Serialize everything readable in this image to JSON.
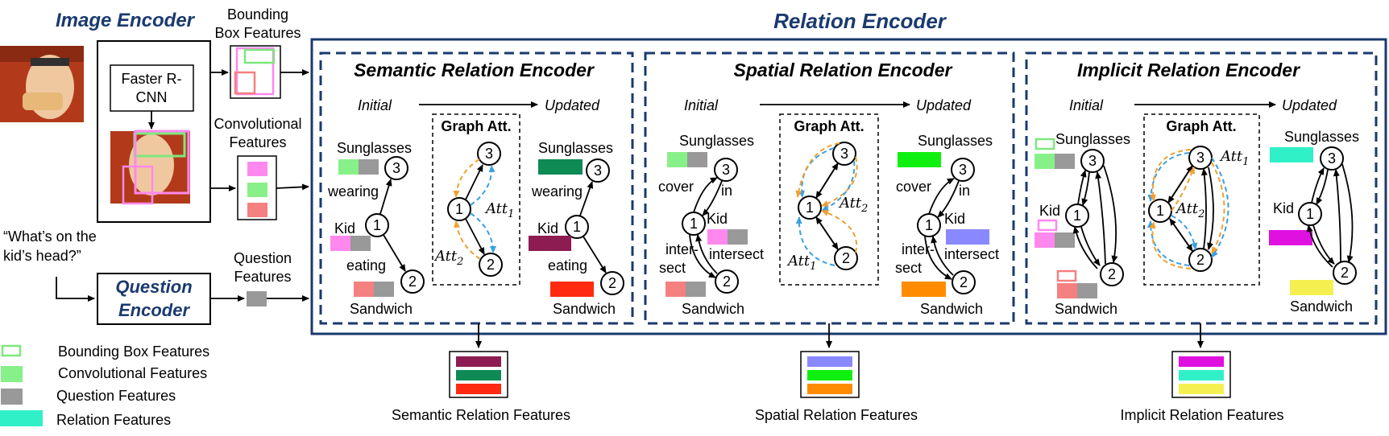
{
  "titles": {
    "image_encoder": "Image Encoder",
    "relation_encoder": "Relation Encoder",
    "question_encoder_line1": "Question",
    "question_encoder_line2": "Encoder"
  },
  "image_encoder": {
    "faster_rcnn_line1": "Faster R-",
    "faster_rcnn_line2": "CNN",
    "bbox_features_line1": "Bounding",
    "bbox_features_line2": "Box Features",
    "conv_features_line1": "Convolutional",
    "conv_features_line2": "Features"
  },
  "question": {
    "text_line1": "“What’s on the",
    "text_line2": "kid’s head?”",
    "features_line1": "Question",
    "features_line2": "Features"
  },
  "legend": [
    {
      "label": "Bounding  Box  Features"
    },
    {
      "label": "Convolutional  Features"
    },
    {
      "label": "Question  Features"
    },
    {
      "label": "Relation  Features"
    }
  ],
  "panels": [
    {
      "title": "Semantic  Relation Encoder",
      "initial": "Initial",
      "updated": "Updated",
      "graph_att": "Graph Att.",
      "nodes": {
        "sunglasses": "Sunglasses",
        "kid": "Kid",
        "sandwich": "Sandwich",
        "n1": "1",
        "n2": "2",
        "n3": "3"
      },
      "edge_labels": [
        "wearing",
        "eating"
      ],
      "att": [
        "Att",
        "1",
        "Att",
        "2"
      ],
      "updated_colors": [
        "#0e8a55",
        "#8c1c52",
        "#ff2a10"
      ],
      "output_label": "Semantic Relation Features"
    },
    {
      "title": "Spatial  Relation Encoder",
      "initial": "Initial",
      "updated": "Updated",
      "graph_att": "Graph Att.",
      "nodes": {
        "sunglasses": "Sunglasses",
        "kid": "Kid",
        "sandwich": "Sandwich",
        "n1": "1",
        "n2": "2",
        "n3": "3"
      },
      "edge_labels": [
        "cover",
        "in",
        "inter-",
        "sect",
        "intersect"
      ],
      "att": [
        "Att",
        "2",
        "Att",
        "1"
      ],
      "updated_colors": [
        "#10f010",
        "#8a88ff",
        "#ff8c00"
      ],
      "output_label": "Spatial Relation Features"
    },
    {
      "title": "Implicit  Relation Encoder",
      "initial": "Initial",
      "updated": "Updated",
      "graph_att": "Graph Att.",
      "nodes": {
        "sunglasses": "Sunglasses",
        "kid": "Kid",
        "sandwich": "Sandwich",
        "n1": "1",
        "n2": "2",
        "n3": "3"
      },
      "att": [
        "Att",
        "1",
        "Att",
        "2"
      ],
      "updated_colors": [
        "#30f0c8",
        "#e010e0",
        "#f5f050"
      ],
      "output_label": "Implicit Relation Features"
    }
  ],
  "colors": {
    "title_blue": "#1a3a6e",
    "bbox_green": "#7ee87e",
    "conv_pink": "#ff88ee",
    "conv_green": "#88f088",
    "conv_red": "#f48080",
    "question_gray": "#999999",
    "relation_teal": "#30f0c8"
  }
}
